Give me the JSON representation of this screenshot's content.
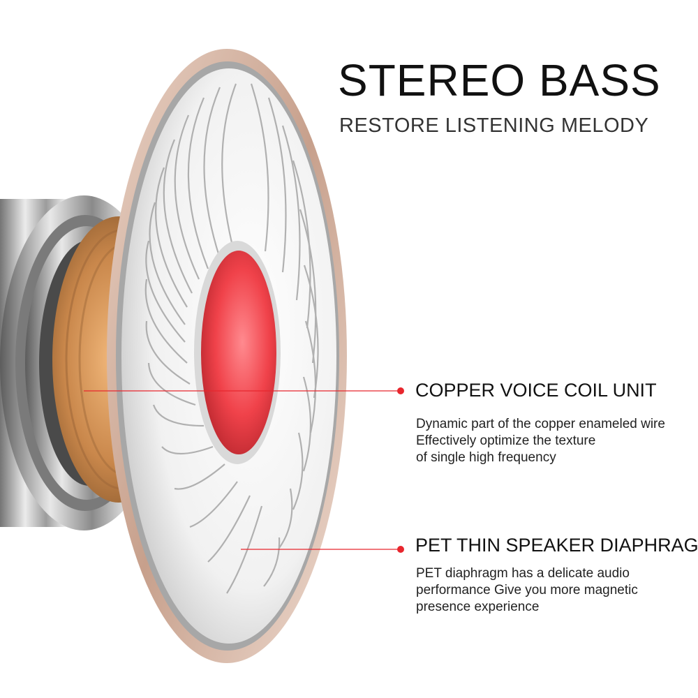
{
  "headline": {
    "title": "STEREO BASS",
    "subtitle": "RESTORE LISTENING MELODY"
  },
  "features": [
    {
      "title": "COPPER VOICE COIL UNIT",
      "lines": [
        "Dynamic part of the copper enameled wire",
        "Effectively optimize the texture",
        "of single high frequency"
      ]
    },
    {
      "title": "PET THIN SPEAKER DIAPHRAGM",
      "lines": [
        "PET diaphragm has a delicate audio",
        "performance Give you more magnetic",
        "presence experience"
      ]
    }
  ],
  "colors": {
    "callout": "#e8262d",
    "diaphragm_center": "#f0424a",
    "rim": "#d8b7a6"
  }
}
